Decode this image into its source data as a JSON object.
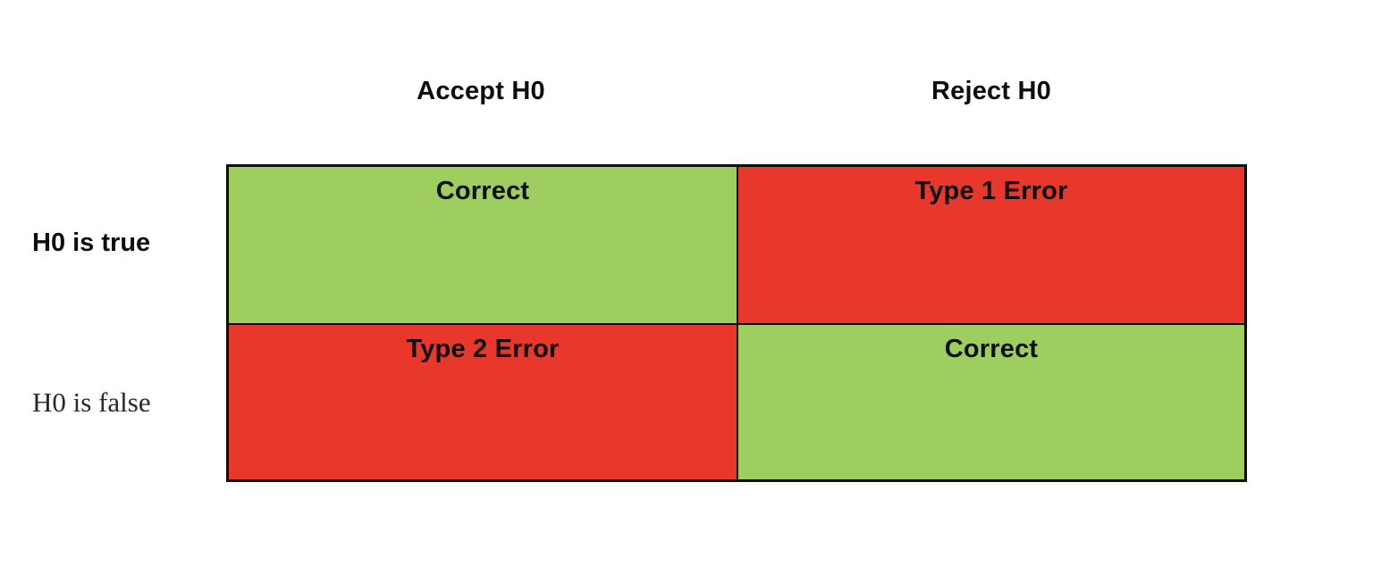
{
  "matrix": {
    "col_headers": [
      {
        "label": "Accept H0"
      },
      {
        "label": "Reject H0"
      }
    ],
    "row_headers": [
      {
        "label": "H0 is true"
      },
      {
        "label": "H0 is false"
      }
    ],
    "cells": [
      {
        "label": "Correct",
        "type": "correct",
        "row": "H0 is true",
        "col": "Accept H0"
      },
      {
        "label": "Type 1 Error",
        "type": "error",
        "row": "H0 is true",
        "col": "Reject H0"
      },
      {
        "label": "Type 2 Error",
        "type": "error",
        "row": "H0 is false",
        "col": "Accept H0"
      },
      {
        "label": "Correct",
        "type": "correct",
        "row": "H0 is false",
        "col": "Reject H0"
      }
    ],
    "colors": {
      "correct": "#9DCE5F",
      "error": "#E8382B",
      "border": "#0e0e0e",
      "text": "#0d0d0d"
    }
  }
}
